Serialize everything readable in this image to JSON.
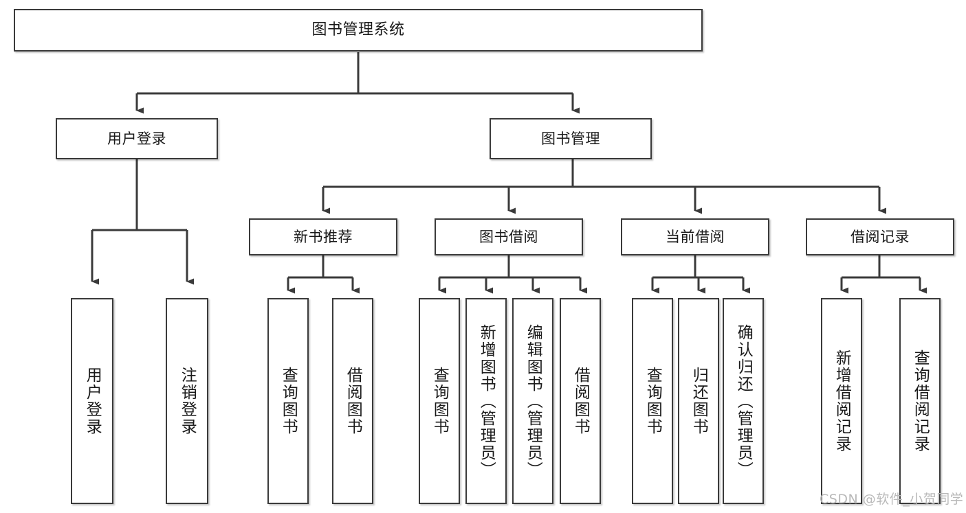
{
  "diagram": {
    "title": "图书管理系统",
    "watermark": "CSDN @软件_小贺同学",
    "line_color": "#3a3a3a",
    "box_fill": "#ffffff",
    "text_color": "#1a1a1a",
    "levels": {
      "root": "图书管理系统",
      "branches": [
        "用户登录",
        "图书管理"
      ],
      "groups": [
        "新书推荐",
        "图书借阅",
        "当前借阅",
        "借阅记录"
      ]
    },
    "nodes": {
      "root": {
        "label": "图书管理系统"
      },
      "branch_user_login": {
        "label": "用户登录"
      },
      "branch_book_mgmt": {
        "label": "图书管理"
      },
      "group_new_book": {
        "label": "新书推荐"
      },
      "group_borrow": {
        "label": "图书借阅"
      },
      "group_current": {
        "label": "当前借阅"
      },
      "group_record": {
        "label": "借阅记录"
      },
      "leaf_user_login": {
        "label": "用户登录"
      },
      "leaf_user_logout": {
        "label": "注销登录"
      },
      "leaf_new_query": {
        "label": "查询图书"
      },
      "leaf_new_borrow": {
        "label": "借阅图书"
      },
      "leaf_borrow_query": {
        "label": "查询图书"
      },
      "leaf_borrow_add": {
        "label": "新增图书（管理员）"
      },
      "leaf_borrow_edit": {
        "label": "编辑图书（管理员）"
      },
      "leaf_borrow_lend": {
        "label": "借阅图书"
      },
      "leaf_cur_query": {
        "label": "查询图书"
      },
      "leaf_cur_return": {
        "label": "归还图书"
      },
      "leaf_cur_confirm": {
        "label": "确认归还（管理员）"
      },
      "leaf_rec_add": {
        "label": "新增借阅记录"
      },
      "leaf_rec_query": {
        "label": "查询借阅记录"
      }
    }
  }
}
